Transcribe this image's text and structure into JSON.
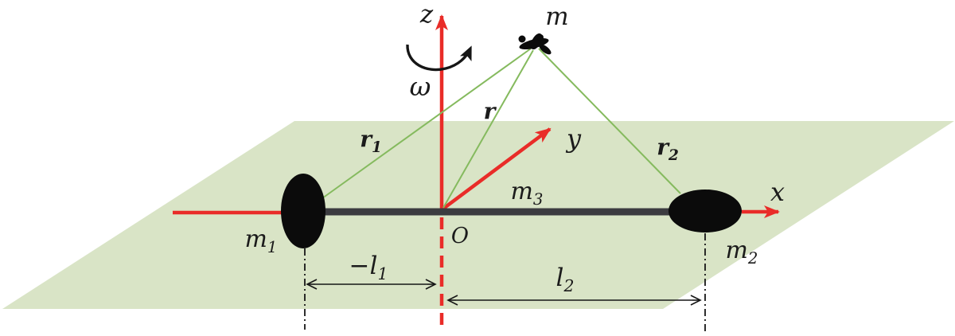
{
  "figure": {
    "title": "rotating-two-body-system-diagram",
    "colors": {
      "plane_fill": "#d9e4c6",
      "axis_red": "#e92c28",
      "vector_green": "#85ba5e",
      "rod_dark": "#3c3c40",
      "mass_black": "#0b0b0b",
      "label_ink": "#1b1b1b",
      "dimension_ink": "#161616"
    },
    "labels": {
      "z_axis": "z",
      "omega": "ω",
      "point_mass": "m",
      "vector_r": "r",
      "vector_r1": {
        "base": "r",
        "sub": "1"
      },
      "vector_r2": {
        "base": "r",
        "sub": "2"
      },
      "y_axis": "y",
      "x_axis": "x",
      "rod_mass": {
        "base": "m",
        "sub": "3"
      },
      "mass1": {
        "base": "m",
        "sub": "1"
      },
      "mass2": {
        "base": "m",
        "sub": "2"
      },
      "origin": "O",
      "dist_l1": {
        "base": "−l",
        "sub": "1"
      },
      "dist_l2": {
        "base": "l",
        "sub": "2"
      }
    }
  }
}
